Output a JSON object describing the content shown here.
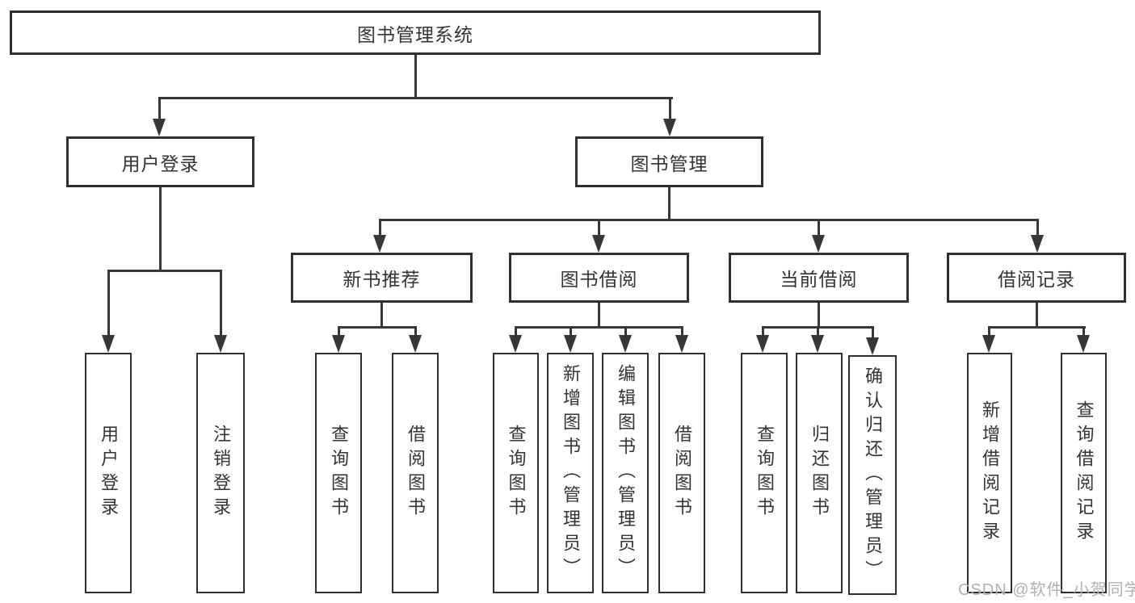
{
  "nodes": {
    "root": "图书管理系统",
    "user_login": "用户登录",
    "book_mgmt": "图书管理",
    "new_books": "新书推荐",
    "book_borrow": "图书借阅",
    "current_borrow": "当前借阅",
    "borrow_records": "借阅记录",
    "leaf_user_login": "用户登录",
    "leaf_logout": "注销登录",
    "leaf_nb_query": "查询图书",
    "leaf_nb_borrow": "借阅图书",
    "leaf_bb_query": "查询图书",
    "leaf_bb_add": "新增图书（管理员）",
    "leaf_bb_edit": "编辑图书（管理员）",
    "leaf_bb_borrow": "借阅图书",
    "leaf_cb_query": "查询图书",
    "leaf_cb_return": "归还图书",
    "leaf_cb_confirm": "确认归还（管理员）",
    "leaf_br_add": "新增借阅记录",
    "leaf_br_query": "查询借阅记录"
  },
  "watermark": "CSDN @软件_小贺同学",
  "colors": {
    "background": "#ffffff",
    "line": "#373737",
    "box_border": "#2f2f2f",
    "box_fill": "#ffffff",
    "text": "#333333",
    "watermark": "#b0b0b0"
  }
}
